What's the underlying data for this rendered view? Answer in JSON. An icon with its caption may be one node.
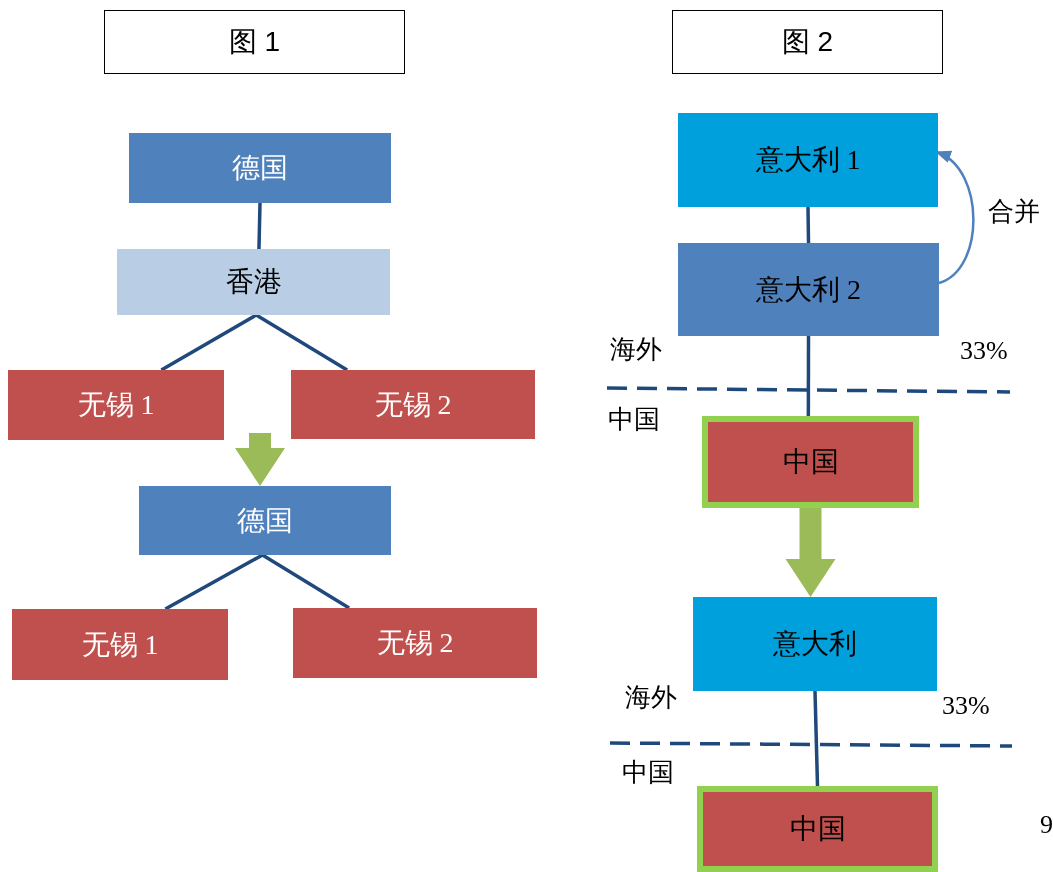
{
  "diagram": {
    "nodes": [
      {
        "text": [
          "图 1"
        ]
      },
      {
        "text": [
          "图 2"
        ]
      },
      {
        "text": [
          "德国"
        ]
      },
      {
        "text": [
          "香港"
        ]
      },
      {
        "text": [
          "无锡 1"
        ]
      },
      {
        "text": [
          "无锡 2"
        ]
      },
      {
        "text": [
          "德国"
        ]
      },
      {
        "text": [
          "无锡 1"
        ]
      },
      {
        "text": [
          "无锡 2"
        ]
      },
      {
        "text": [
          "意大利 1"
        ]
      },
      {
        "text": [
          "意大利 2"
        ]
      },
      {
        "text": [
          "中国"
        ]
      },
      {
        "text": [
          "意大利"
        ]
      },
      {
        "text": [
          "中国"
        ]
      }
    ],
    "edges": [
      {
        "from": 2,
        "to": 3,
        "arrow": "none"
      },
      {
        "from": 3,
        "to": 4,
        "arrow": "none"
      },
      {
        "from": 3,
        "to": 5,
        "arrow": "none"
      },
      {
        "from": null,
        "to": 6,
        "arrow": "to",
        "style": "thick",
        "color": "#9bbb59"
      },
      {
        "from": 6,
        "to": 7,
        "arrow": "none"
      },
      {
        "from": 6,
        "to": 8,
        "arrow": "none"
      },
      {
        "from": 9,
        "to": 10,
        "arrow": "none"
      },
      {
        "from": 10,
        "to": 9,
        "arrow": "to",
        "label": "合并",
        "color": "#4f81bd"
      },
      {
        "from": 10,
        "to": 11,
        "arrow": "none"
      },
      {
        "from": 11,
        "to": 12,
        "arrow": "to",
        "style": "thick",
        "color": "#9bbb59"
      },
      {
        "from": 12,
        "to": 13,
        "arrow": "none"
      }
    ],
    "labels": [
      "海外",
      "33%",
      "中国",
      "海外",
      "33%",
      "中国",
      "9"
    ]
  }
}
